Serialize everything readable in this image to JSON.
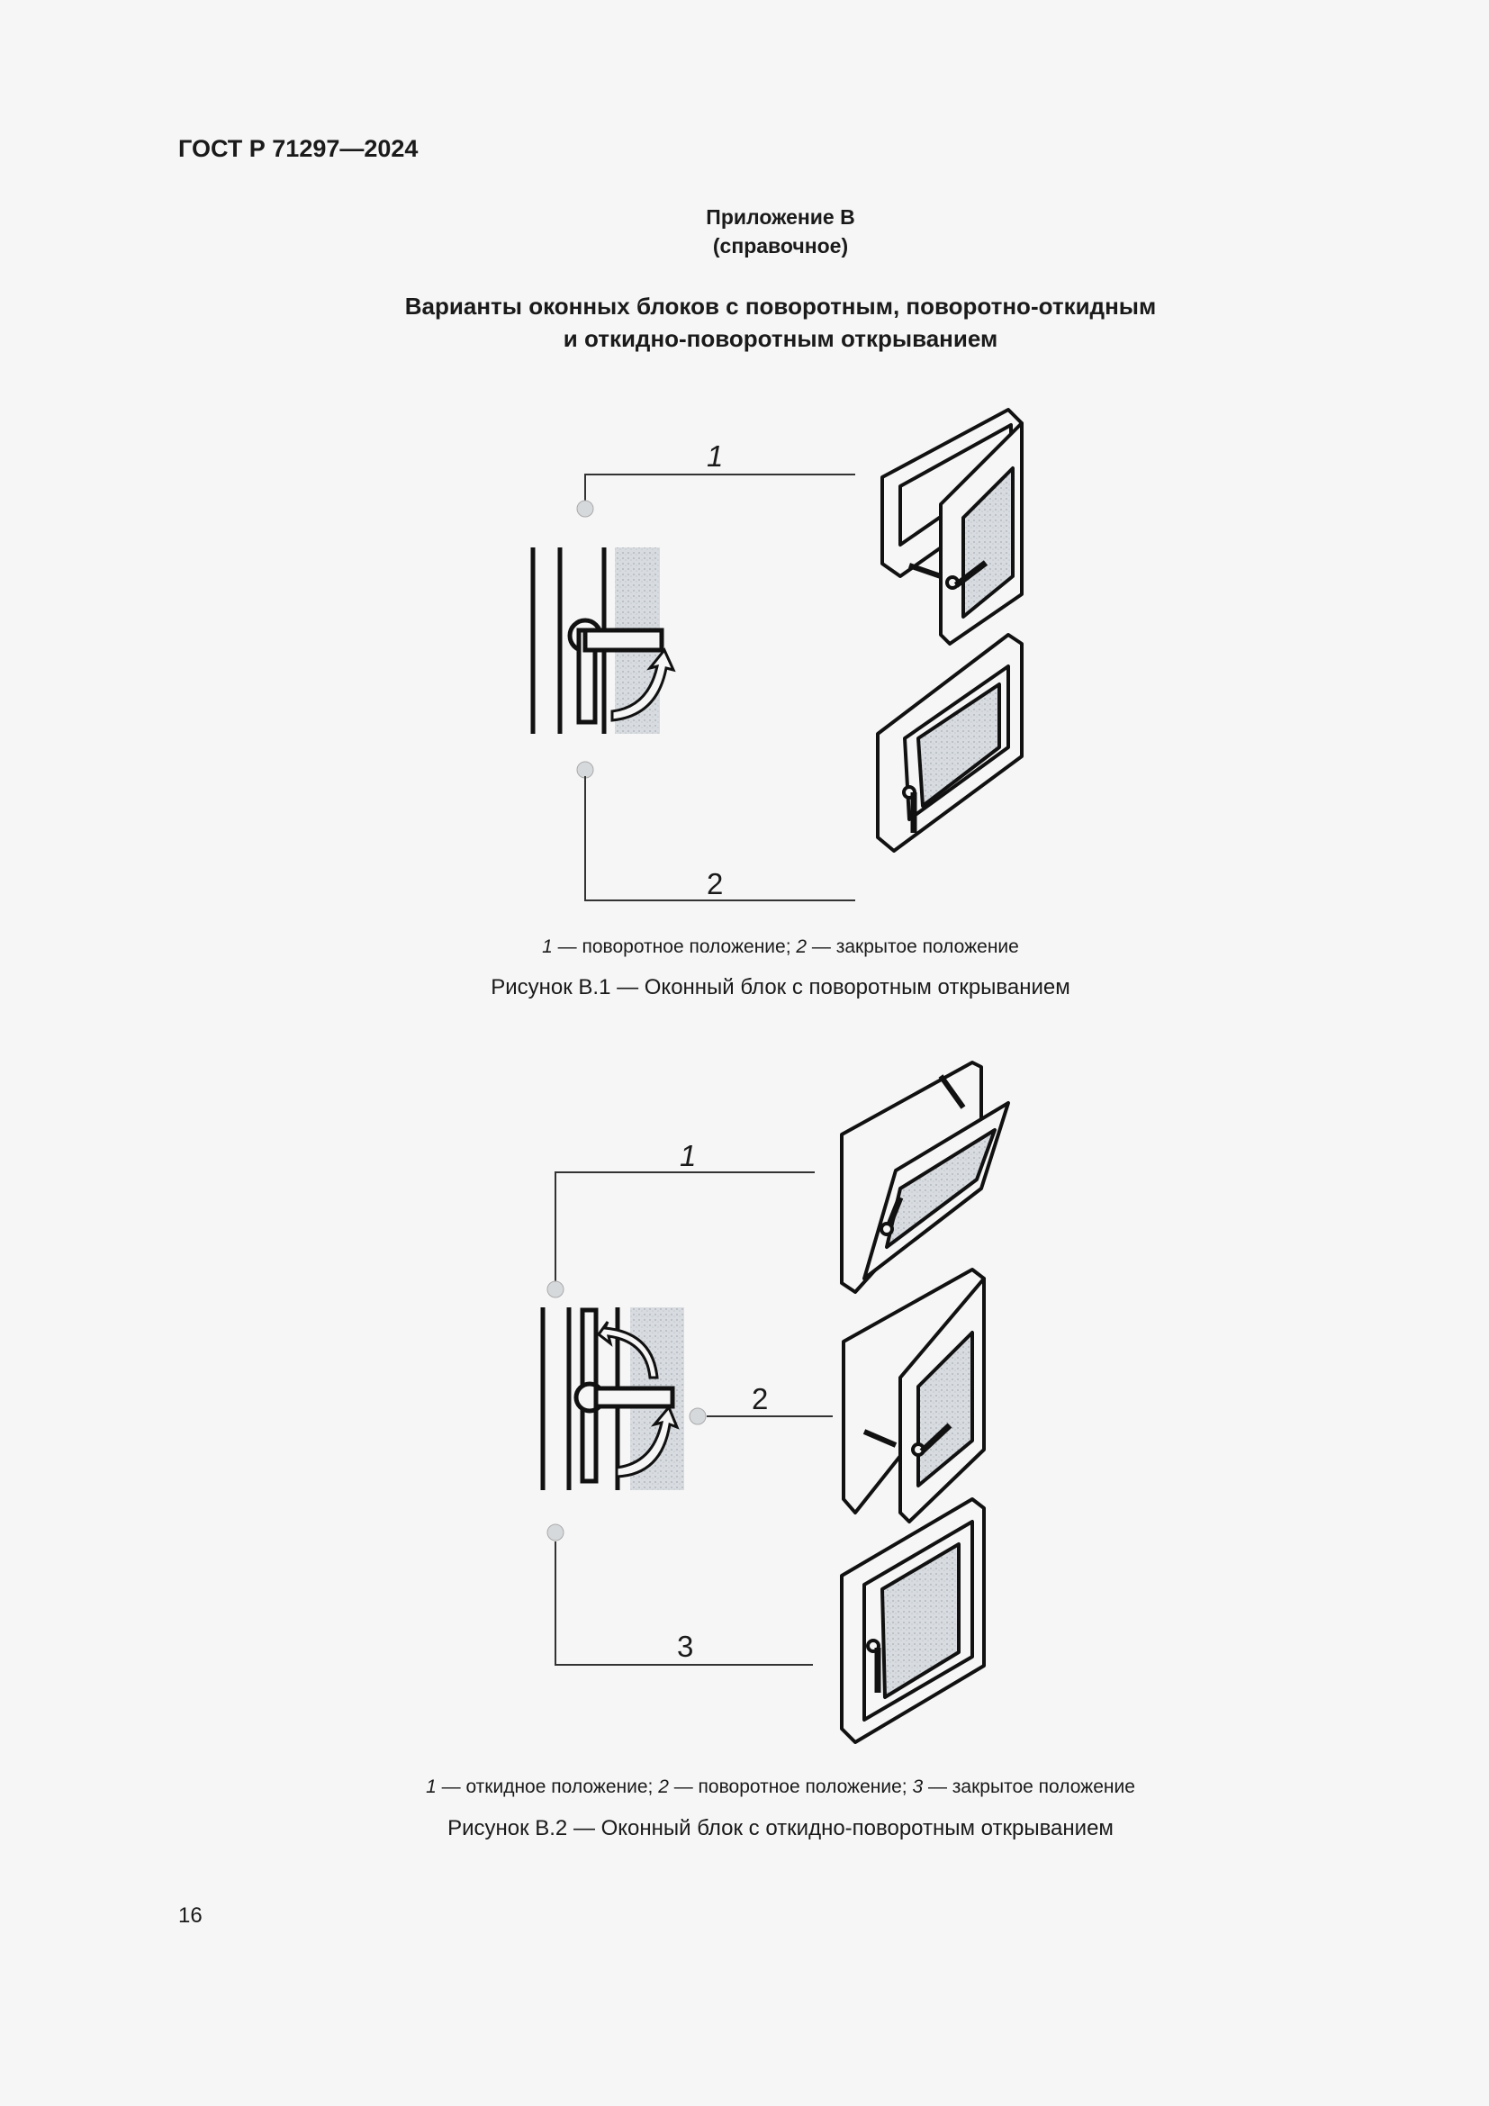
{
  "header": {
    "doc_id": "ГОСТ Р 71297—2024"
  },
  "annex": {
    "title": "Приложение В",
    "subtitle": "(справочное)",
    "section_title_line1": "Варианты оконных блоков с поворотным, поворотно-откидным",
    "section_title_line2": "и откидно-поворотным открыванием"
  },
  "figure1": {
    "callouts": [
      "1",
      "2"
    ],
    "legend": [
      {
        "num": "1",
        "text": " — поворотное положение; "
      },
      {
        "num": "2",
        "text": " — закрытое положение"
      }
    ],
    "caption": "Рисунок В.1 — Оконный блок с поворотным открыванием"
  },
  "figure2": {
    "callouts": [
      "1",
      "2",
      "3"
    ],
    "legend": [
      {
        "num": "1",
        "text": " — откидное положение; "
      },
      {
        "num": "2",
        "text": " — поворотное положение; "
      },
      {
        "num": "3",
        "text": " — закрытое положение"
      }
    ],
    "caption": "Рисунок В.2 — Оконный блок с откидно-поворотным открыванием"
  },
  "footer": {
    "page_number": "16"
  },
  "colors": {
    "background": "#f6f6f6",
    "ink": "#1a1a1a",
    "glass": "#c9ced3"
  }
}
